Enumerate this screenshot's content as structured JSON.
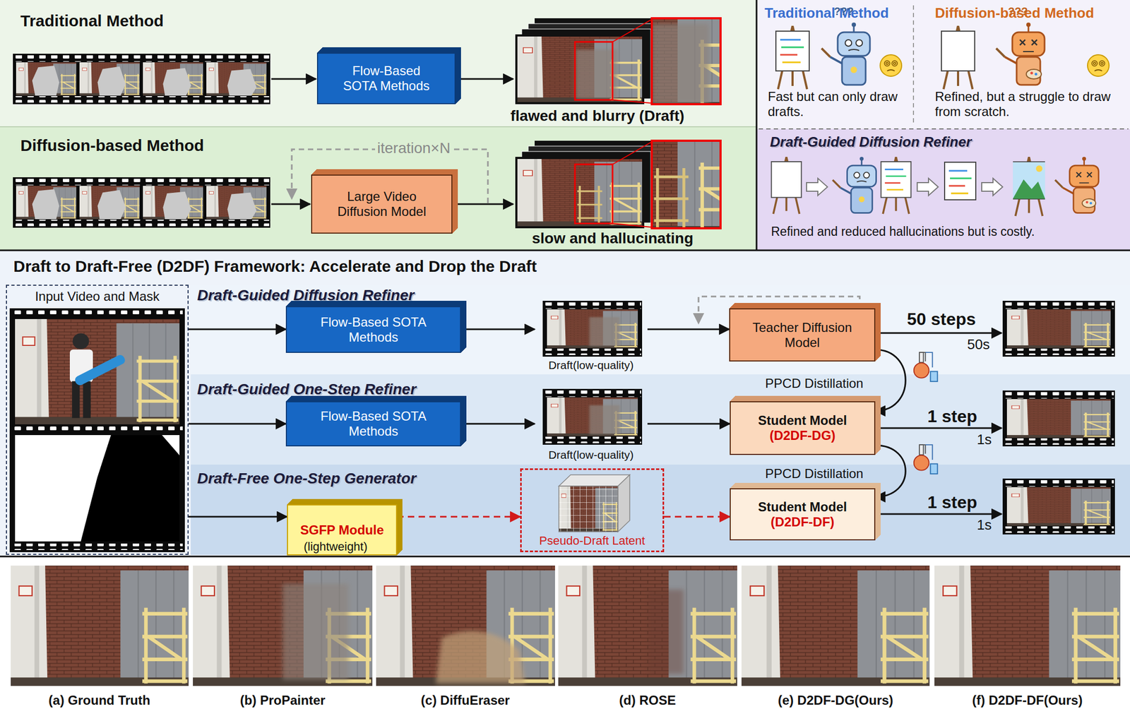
{
  "diagram": {
    "nodes": [
      {
        "text": [
          "Traditional Method"
        ]
      },
      {
        "text": [
          "Flow-Based SOTA Methods"
        ],
        "in": 0
      },
      {
        "text": [
          "Diffusion-based Method"
        ]
      },
      {
        "text": [
          "Large Video Diffusion Model"
        ],
        "in": 2
      },
      {
        "text": [
          "Traditional Method",
          "Fast but can only draw drafts."
        ]
      },
      {
        "text": [
          "Diffusion-based Method",
          "Refined, but a struggle to draw from scratch."
        ]
      },
      {
        "text": [
          "Draft-Guided Diffusion Refiner",
          "Refined and reduced hallucinations but is costly."
        ]
      },
      {
        "text": [
          "Draft to Draft-Free (D2DF) Framework: Accelerate and Drop the Draft"
        ]
      },
      {
        "text": [
          "Input Video and Mask"
        ],
        "in": 7
      },
      {
        "text": [
          "Draft-Guided Diffusion Refiner"
        ],
        "in": 7
      },
      {
        "text": [
          "Flow-Based SOTA Methods"
        ],
        "in": 9
      },
      {
        "text": [
          "Draft(low-quality)"
        ],
        "in": 9
      },
      {
        "text": [
          "Teacher Diffusion Model"
        ],
        "in": 9
      },
      {
        "text": [
          "Draft-Guided One-Step Refiner"
        ],
        "in": 7
      },
      {
        "text": [
          "Flow-Based SOTA Methods"
        ],
        "in": 13
      },
      {
        "text": [
          "Draft(low-quality)"
        ],
        "in": 13
      },
      {
        "text": [
          "Student Model",
          "(D2DF-DG)"
        ],
        "in": 13
      },
      {
        "text": [
          "Draft-Free One-Step Generator"
        ],
        "in": 7
      },
      {
        "text": [
          "SGFP Module",
          "(lightweight)"
        ],
        "in": 17
      },
      {
        "text": [
          "Pseudo-Draft Latent"
        ],
        "in": 17
      },
      {
        "text": [
          "Student Model",
          "(D2DF-DF)"
        ],
        "in": 17
      }
    ],
    "edges": [
      {
        "from": 8,
        "to": 10,
        "arrow": "to"
      },
      {
        "from": 10,
        "to": 11,
        "arrow": "to"
      },
      {
        "from": 11,
        "to": 12,
        "arrow": "to"
      },
      {
        "from": 8,
        "to": 14,
        "arrow": "to"
      },
      {
        "from": 14,
        "to": 15,
        "arrow": "to"
      },
      {
        "from": 15,
        "to": 16,
        "arrow": "to"
      },
      {
        "from": 8,
        "to": 18,
        "arrow": "to"
      },
      {
        "from": 18,
        "to": 19,
        "arrow": "to"
      },
      {
        "from": 19,
        "to": 20,
        "arrow": "to"
      },
      {
        "from": 12,
        "to": 16,
        "label": "PPCD Distillation",
        "arrow": "to"
      },
      {
        "from": 16,
        "to": 20,
        "label": "PPCD Distillation",
        "arrow": "to"
      }
    ],
    "labels": [
      "flawed and blurry (Draft)",
      "iteration×N",
      "slow and hallucinating",
      "???",
      "???",
      "50 steps",
      "50s",
      "1 step",
      "1s",
      "1 step",
      "1s",
      "(a) Ground Truth",
      "(b) ProPainter",
      "(c) DiffuEraser",
      "(d) ROSE",
      "(e) D2DF-DG(Ours)",
      "(f) D2DF-DF(Ours)"
    ]
  }
}
